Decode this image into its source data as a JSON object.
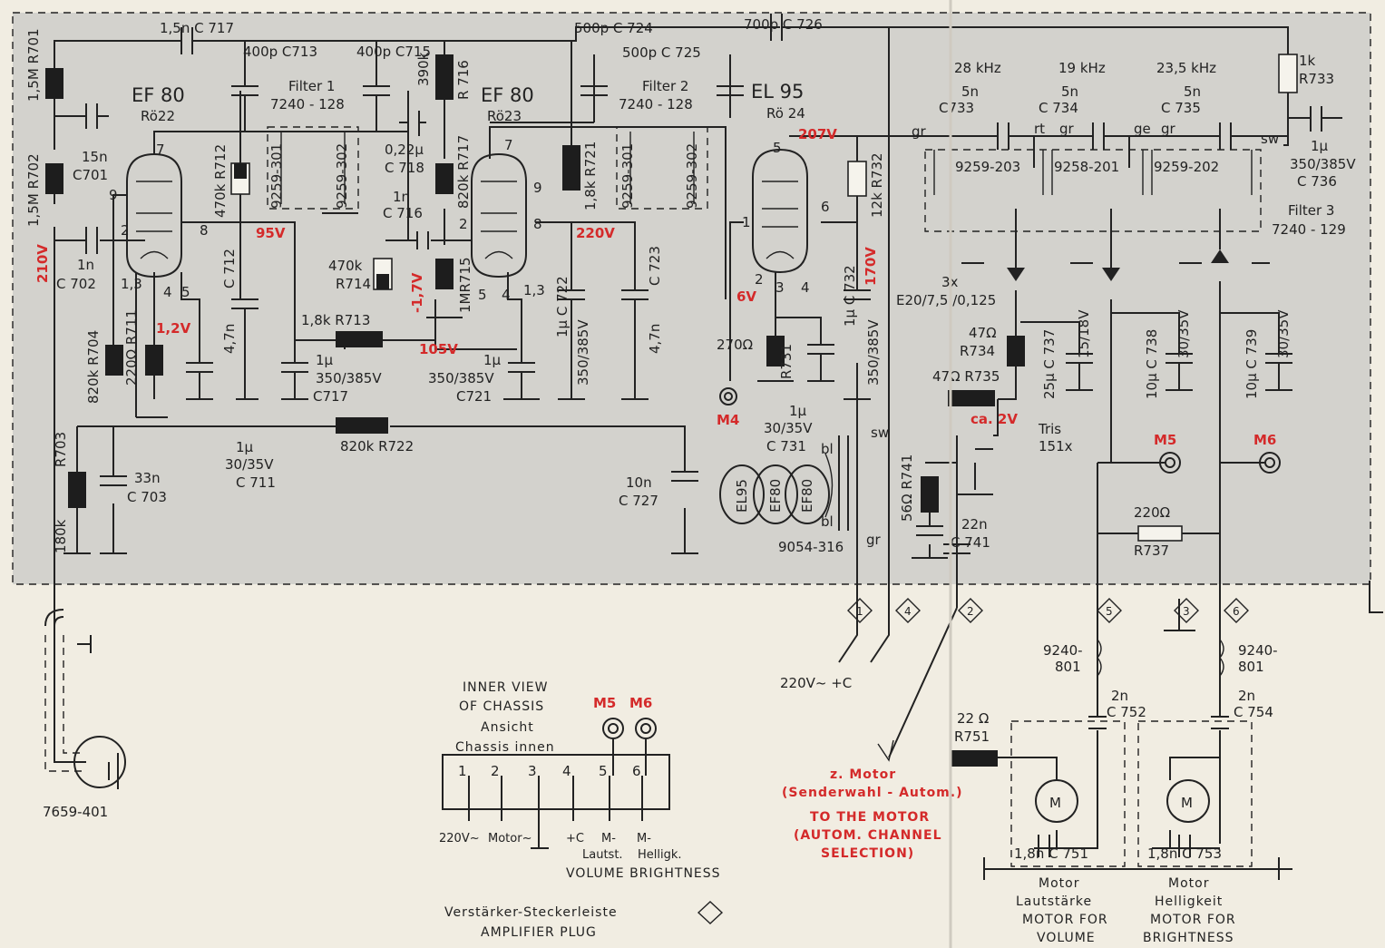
{
  "colors": {
    "paper": "#f1ede2",
    "board": "#d3d2cd",
    "ink": "#222222",
    "voltage": "#d42a2a"
  },
  "tubes": {
    "v1": {
      "name": "EF 80",
      "ref": "Rö22"
    },
    "v2": {
      "name": "EF 80",
      "ref": "Rö23"
    },
    "v3": {
      "name": "EL 95",
      "ref": "Rö 24"
    }
  },
  "filters": {
    "f1": {
      "name": "Filter 1",
      "part": "7240 - 128",
      "coilA": "9259-301",
      "coilB": "9259-302"
    },
    "f2": {
      "name": "Filter 2",
      "part": "7240 - 128",
      "coilA": "9259-301",
      "coilB": "9259-302"
    },
    "f3": {
      "name": "Filter 3",
      "part": "7240 - 129"
    }
  },
  "freq": {
    "f1": "28 kHz",
    "f2": "19 kHz",
    "f3": "23,5 kHz"
  },
  "coils": {
    "c1": "9259-203",
    "c2": "9258-201",
    "c3": "9259-202"
  },
  "wires": {
    "gr": "gr",
    "rt": "rt",
    "ge": "ge",
    "sw": "sw",
    "bl": "bl"
  },
  "resistors": {
    "r701": "1,5M R701",
    "r702": "1,5M R702",
    "r703": "R703",
    "r703v": "180k",
    "r704": "820k R704",
    "r711": "220Ω R711",
    "r712": "470k R712",
    "r713": "1,8k R713",
    "r714v": "470k",
    "r714": "R714",
    "r715": "1MR715",
    "r716v": "390k",
    "r716": "R 716",
    "r717": "820k R717",
    "r721": "1,8k R721",
    "r722": "820k R722",
    "r731v": "270Ω",
    "r731": "R731",
    "r732": "12k R732",
    "r733v": "1k",
    "r733": "R733",
    "r734v": "47Ω",
    "r734": "R734",
    "r735": "47Ω R735",
    "r737v": "220Ω",
    "r737": "R737",
    "r741": "56Ω R741",
    "r751v": "22 Ω",
    "r751": "R751"
  },
  "caps": {
    "c701v": "15n",
    "c701": "C701",
    "c702v": "1n",
    "c702": "C 702",
    "c703v": "33n",
    "c703": "C 703",
    "c711v": "1µ",
    "c711r": "30/35V",
    "c711": "C 711",
    "c712": "C 712",
    "c712v": "4,7n",
    "c713": "400p C713",
    "c715": "400p C715",
    "c716v": "1n",
    "c716": "C 716",
    "c717a": "1,5n C 717",
    "c717v": "1µ",
    "c717r": "350/385V",
    "c717": "C717",
    "c718v": "0,22µ",
    "c718": "C 718",
    "c721v": "1µ",
    "c721r": "350/385V",
    "c721": "C721",
    "c722": "1µ C 722",
    "c722r": "350/385V",
    "c723": "C 723",
    "c723v": "4,7n",
    "c724": "500p C 724",
    "c725": "500p C 725",
    "c726": "700p C 726",
    "c727v": "10n",
    "c727": "C 727",
    "c731v": "1µ",
    "c731r": "30/35V",
    "c731": "C 731",
    "c732": "1µ C 732",
    "c732r": "350/385V",
    "c733v": "5n",
    "c733": "C733",
    "c734v": "5n",
    "c734": "C 734",
    "c735v": "5n",
    "c735": "C 735",
    "c736v": "1µ",
    "c736r": "350/385V",
    "c736": "C 736",
    "c737": "25µ C 737",
    "c737r": "15/18V",
    "c738": "10µ C 738",
    "c738r": "30/35V",
    "c739": "10µ C 739",
    "c739r": "30/35V",
    "c741v": "22n",
    "c741": "C 741",
    "c751": "1,8n  C 751",
    "c752v": "2n",
    "c752": "C 752",
    "c753": "1,8n  C 753",
    "c754v": "2n",
    "c754": "C 754"
  },
  "voltages": {
    "v210": "210V",
    "v95": "95V",
    "v12": "1,2V",
    "vm17": "-1,7V",
    "v105": "105V",
    "v220": "220V",
    "v207": "207V",
    "v6": "6V",
    "v170": "170V",
    "v2": "ca. 2V"
  },
  "pins": {
    "p7": "7",
    "p9": "9",
    "p2": "2",
    "p8": "8",
    "p13": "1,3",
    "p4": "4",
    "p5": "5",
    "p6": "6",
    "p1": "1",
    "p3": "3"
  },
  "misc": {
    "diodes": "3x",
    "diodesType": "E20/7,5 /0,125",
    "tris": "Tris",
    "trisType": "151x",
    "transformer": "9054-316",
    "heater1": "EL95",
    "heater2": "EF80",
    "heater3": "EF80",
    "m4": "M4",
    "m5": "M5",
    "m6": "M6",
    "mic": "7659-401",
    "choke": "9240-",
    "choke2": "801",
    "supply": "220V~  +C",
    "motorSymbol": "M"
  },
  "connectors": [
    "1",
    "4",
    "2",
    "5",
    "3",
    "6"
  ],
  "motorNote": {
    "line1": "z. Motor",
    "line2": "(Senderwahl - Autom.)",
    "line3": "TO THE MOTOR",
    "line4": "(AUTOM. CHANNEL",
    "line5": "SELECTION)"
  },
  "inner": {
    "title1": "INNER VIEW",
    "title2": "OF CHASSIS",
    "title3": "Ansicht",
    "title4": "Chassis innen",
    "m5": "M5",
    "m6": "M6",
    "pins": [
      "1",
      "2",
      "3",
      "4",
      "5",
      "6"
    ],
    "l1": "220V~",
    "l2": "Motor~",
    "l4": "+C",
    "l5": "M-",
    "l6": "M-",
    "l5b": "Lautst.",
    "l6b": "Helligk.",
    "en": "VOLUME  BRIGHTNESS"
  },
  "plug": {
    "de": "Verstärker-Steckerleiste",
    "en": "AMPLIFIER PLUG"
  },
  "motors": {
    "vol": {
      "de1": "Motor",
      "de2": "Lautstärke",
      "en1": "MOTOR FOR",
      "en2": "VOLUME"
    },
    "bri": {
      "de1": "Motor",
      "de2": "Helligkeit",
      "en1": "MOTOR FOR",
      "en2": "BRIGHTNESS"
    }
  }
}
